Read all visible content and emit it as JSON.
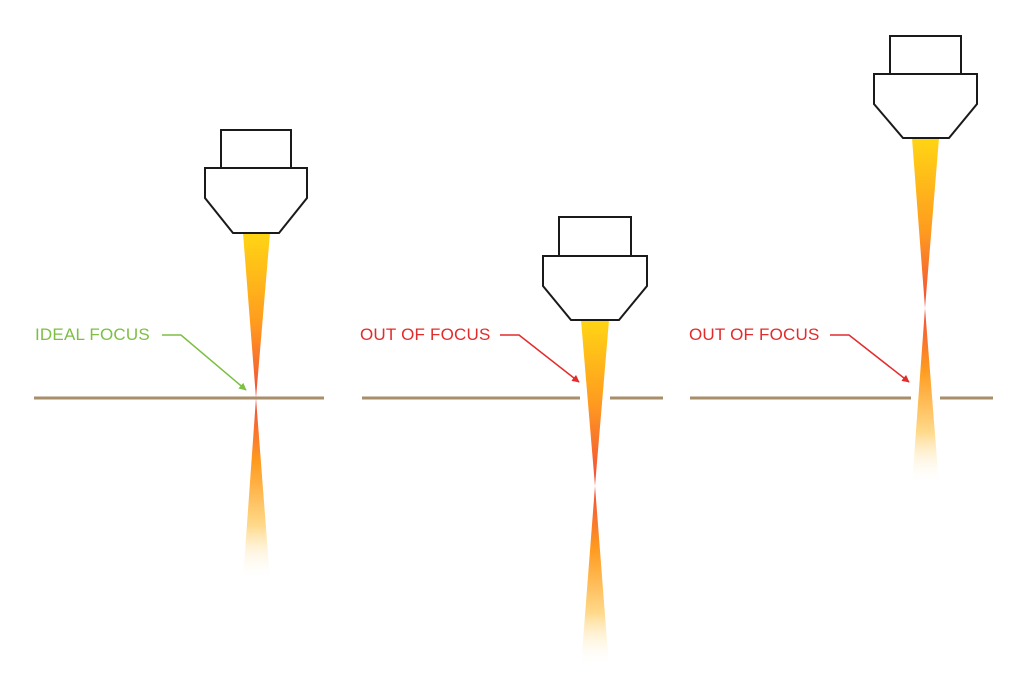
{
  "colors": {
    "ideal": "#7cbf43",
    "out_of_focus": "#e32b2b",
    "surface": "#a88e6a",
    "nozzle_stroke": "#1a1a1a",
    "beam_yellow": "#ffd514",
    "beam_orange": "#ff9b1f",
    "beam_red": "#f14b3a"
  },
  "panels": [
    {
      "label": "IDEAL FOCUS",
      "status": "ideal"
    },
    {
      "label": "OUT OF FOCUS",
      "status": "out_of_focus"
    },
    {
      "label": "OUT OF FOCUS",
      "status": "out_of_focus"
    }
  ]
}
